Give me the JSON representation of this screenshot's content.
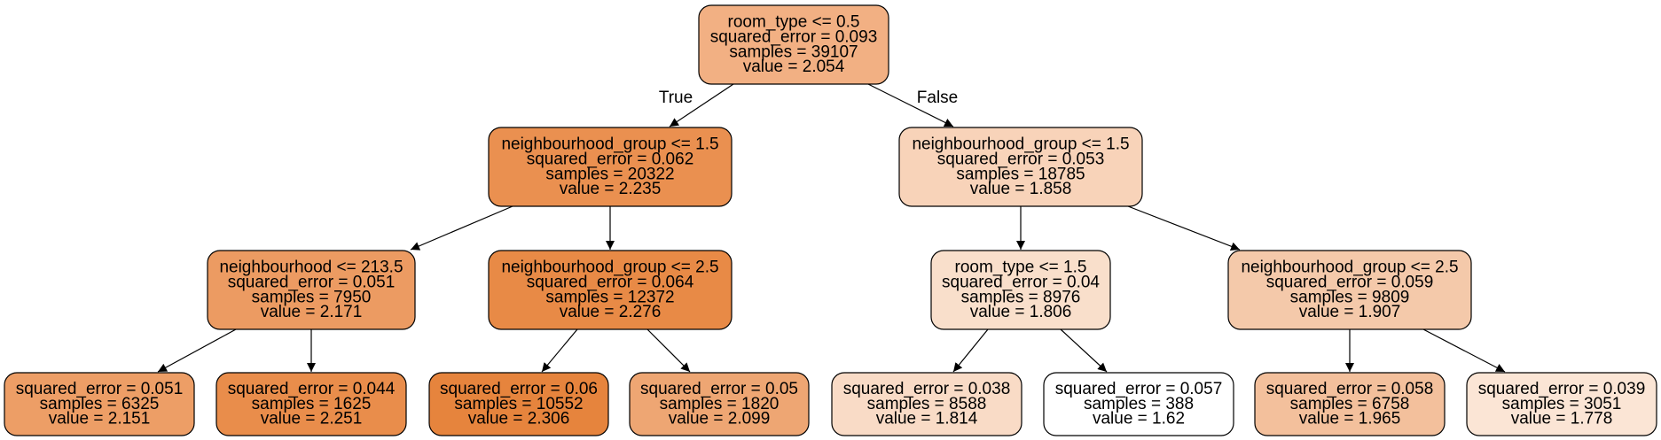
{
  "edge_labels": {
    "true_label": "True",
    "false_label": "False"
  },
  "nodes": [
    {
      "id": "n0",
      "lines": [
        "room_type <= 0.5",
        "squared_error = 0.093",
        "samples = 39107",
        "value = 2.054"
      ],
      "fill": "#f2b083"
    },
    {
      "id": "n1",
      "lines": [
        "neighbourhood_group <= 1.5",
        "squared_error = 0.062",
        "samples = 20322",
        "value = 2.235"
      ],
      "fill": "#ea9050"
    },
    {
      "id": "n2",
      "lines": [
        "neighbourhood <= 213.5",
        "squared_error = 0.051",
        "samples = 7950",
        "value = 2.171"
      ],
      "fill": "#ec9b62"
    },
    {
      "id": "n3",
      "lines": [
        "squared_error = 0.051",
        "samples = 6325",
        "value = 2.151"
      ],
      "fill": "#ed9e66"
    },
    {
      "id": "n4",
      "lines": [
        "squared_error = 0.044",
        "samples = 1625",
        "value = 2.251"
      ],
      "fill": "#e98d4b"
    },
    {
      "id": "n5",
      "lines": [
        "neighbourhood_group <= 2.5",
        "squared_error = 0.064",
        "samples = 12372",
        "value = 2.276"
      ],
      "fill": "#e88a46"
    },
    {
      "id": "n6",
      "lines": [
        "squared_error = 0.06",
        "samples = 10552",
        "value = 2.306"
      ],
      "fill": "#e6843d"
    },
    {
      "id": "n7",
      "lines": [
        "squared_error = 0.05",
        "samples = 1820",
        "value = 2.099"
      ],
      "fill": "#eea673"
    },
    {
      "id": "n8",
      "lines": [
        "neighbourhood_group <= 1.5",
        "squared_error = 0.053",
        "samples = 18785",
        "value = 1.858"
      ],
      "fill": "#f8d3b9"
    },
    {
      "id": "n9",
      "lines": [
        "room_type <= 1.5",
        "squared_error = 0.04",
        "samples = 8976",
        "value = 1.806"
      ],
      "fill": "#f9dfcb"
    },
    {
      "id": "n10",
      "lines": [
        "squared_error = 0.038",
        "samples = 8588",
        "value = 1.814"
      ],
      "fill": "#f9dbc6"
    },
    {
      "id": "n11",
      "lines": [
        "squared_error = 0.057",
        "samples = 388",
        "value = 1.62"
      ],
      "fill": "#ffffff"
    },
    {
      "id": "n12",
      "lines": [
        "neighbourhood_group <= 2.5",
        "squared_error = 0.059",
        "samples = 9809",
        "value = 1.907"
      ],
      "fill": "#f4c9aa"
    },
    {
      "id": "n13",
      "lines": [
        "squared_error = 0.058",
        "samples = 6758",
        "value = 1.965"
      ],
      "fill": "#f3c09c"
    },
    {
      "id": "n14",
      "lines": [
        "squared_error = 0.039",
        "samples = 3051",
        "value = 1.778"
      ],
      "fill": "#fbe5d5"
    }
  ],
  "edges": [
    {
      "from": "n0",
      "to": "n1",
      "label_key": "true_label"
    },
    {
      "from": "n0",
      "to": "n8",
      "label_key": "false_label"
    },
    {
      "from": "n1",
      "to": "n2"
    },
    {
      "from": "n1",
      "to": "n5"
    },
    {
      "from": "n2",
      "to": "n3"
    },
    {
      "from": "n2",
      "to": "n4"
    },
    {
      "from": "n5",
      "to": "n6"
    },
    {
      "from": "n5",
      "to": "n7"
    },
    {
      "from": "n8",
      "to": "n9"
    },
    {
      "from": "n8",
      "to": "n12"
    },
    {
      "from": "n9",
      "to": "n10"
    },
    {
      "from": "n9",
      "to": "n11"
    },
    {
      "from": "n12",
      "to": "n13"
    },
    {
      "from": "n12",
      "to": "n14"
    }
  ]
}
